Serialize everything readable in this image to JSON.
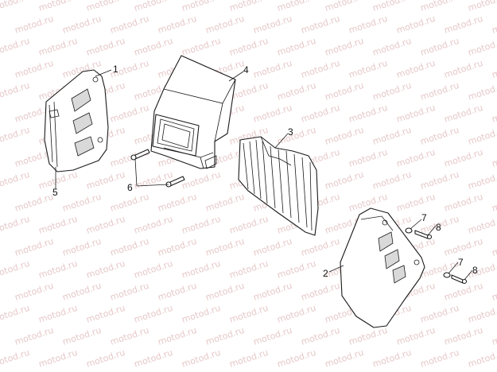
{
  "watermark": {
    "text": "motod.ru",
    "color": "#e7c9c9"
  },
  "callouts": [
    {
      "id": "c1",
      "label": "1"
    },
    {
      "id": "c2",
      "label": "2"
    },
    {
      "id": "c3",
      "label": "3"
    },
    {
      "id": "c4",
      "label": "4"
    },
    {
      "id": "c5",
      "label": "5"
    },
    {
      "id": "c6",
      "label": "6"
    },
    {
      "id": "c7a",
      "label": "7"
    },
    {
      "id": "c7b",
      "label": "7"
    },
    {
      "id": "c8a",
      "label": "8"
    },
    {
      "id": "c8b",
      "label": "8"
    }
  ]
}
